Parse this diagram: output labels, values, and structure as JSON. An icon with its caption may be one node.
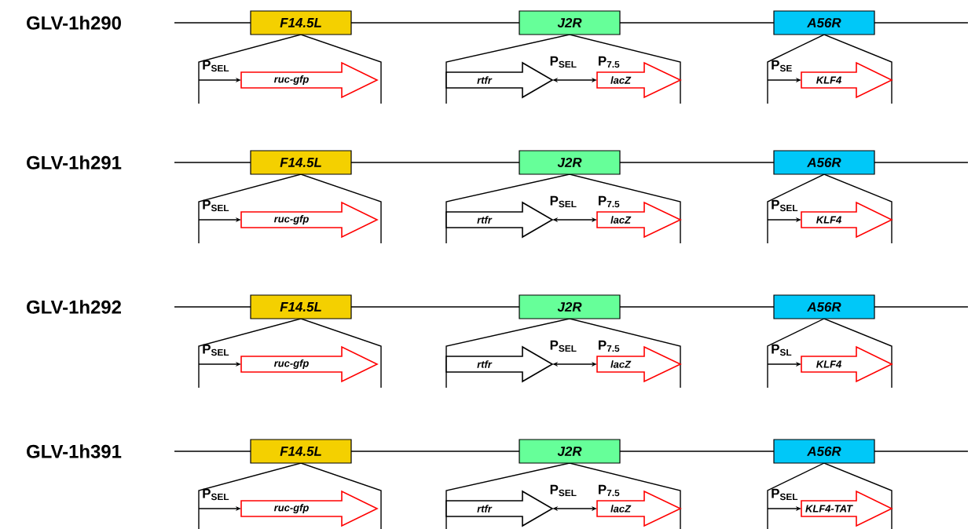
{
  "diagram": {
    "nodes": [
      {
        "text": [
          "F14.5L"
        ]
      },
      {
        "text": [
          "J2R"
        ]
      },
      {
        "text": [
          "A56R"
        ]
      },
      {
        "text": [
          "ruc-gfp"
        ]
      },
      {
        "text": [
          "rtfr"
        ]
      },
      {
        "text": [
          "lacZ"
        ]
      },
      {
        "text": [
          "KLF4"
        ]
      },
      {
        "text": [
          "F14.5L"
        ]
      },
      {
        "text": [
          "J2R"
        ]
      },
      {
        "text": [
          "A56R"
        ]
      },
      {
        "text": [
          "ruc-gfp"
        ]
      },
      {
        "text": [
          "rtfr"
        ]
      },
      {
        "text": [
          "lacZ"
        ]
      },
      {
        "text": [
          "KLF4"
        ]
      },
      {
        "text": [
          "F14.5L"
        ]
      },
      {
        "text": [
          "J2R"
        ]
      },
      {
        "text": [
          "A56R"
        ]
      },
      {
        "text": [
          "ruc-gfp"
        ]
      },
      {
        "text": [
          "rtfr"
        ]
      },
      {
        "text": [
          "lacZ"
        ]
      },
      {
        "text": [
          "KLF4"
        ]
      },
      {
        "text": [
          "F14.5L"
        ]
      },
      {
        "text": [
          "J2R"
        ]
      },
      {
        "text": [
          "A56R"
        ]
      },
      {
        "text": [
          "ruc-gfp"
        ]
      },
      {
        "text": [
          "rtfr"
        ]
      },
      {
        "text": [
          "lacZ"
        ]
      },
      {
        "text": [
          "KLF4-TAT"
        ]
      }
    ],
    "edges": [
      {
        "from": null,
        "to": 3,
        "arrow": "to"
      },
      {
        "from": 4,
        "to": 5,
        "arrow": "both"
      },
      {
        "from": null,
        "to": 6,
        "arrow": "to"
      },
      {
        "from": null,
        "to": 10,
        "arrow": "to"
      },
      {
        "from": 11,
        "to": 12,
        "arrow": "both"
      },
      {
        "from": null,
        "to": 13,
        "arrow": "to"
      },
      {
        "from": null,
        "to": 17,
        "arrow": "to"
      },
      {
        "from": 18,
        "to": 19,
        "arrow": "both"
      },
      {
        "from": null,
        "to": 20,
        "arrow": "to"
      },
      {
        "from": null,
        "to": 24,
        "arrow": "to"
      },
      {
        "from": 25,
        "to": 26,
        "arrow": "both"
      },
      {
        "from": null,
        "to": 27,
        "arrow": "to"
      }
    ],
    "labels": [
      "GLV-1h290",
      "P$_{SEL}$",
      "P$_{SEL}$",
      "P$_{7.5}$",
      "P$_{SE}$",
      "GLV-1h291",
      "P$_{SEL}$",
      "P$_{SEL}$",
      "P$_{7.5}$",
      "P$_{SEL}$",
      "GLV-1h292",
      "P$_{SEL}$",
      "P$_{SEL}$",
      "P$_{7.5}$",
      "P$_{SL}$",
      "GLV-1h391",
      "P$_{SEL}$",
      "P$_{SEL}$",
      "P$_{7.5}$",
      "P$_{SEL}$"
    ]
  }
}
